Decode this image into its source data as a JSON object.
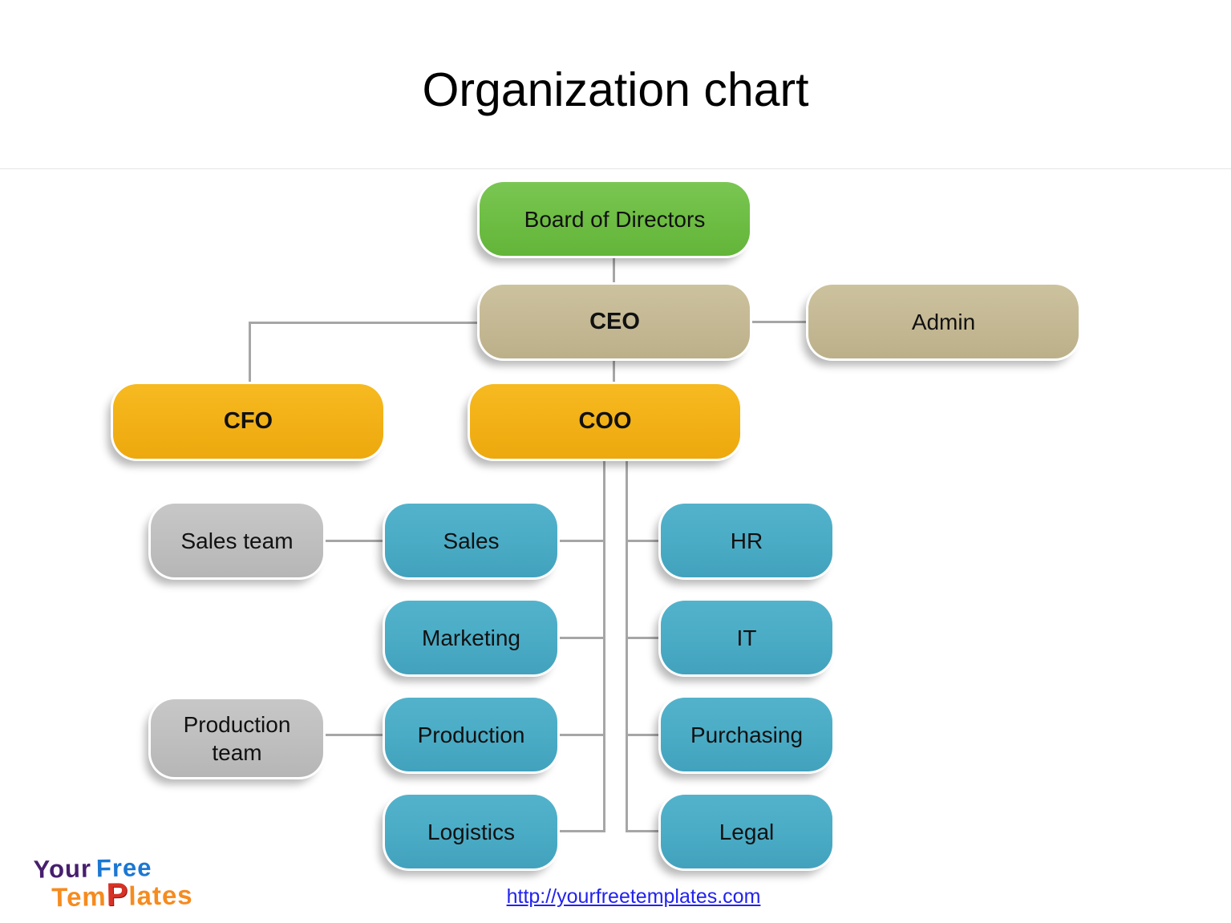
{
  "page": {
    "title": "Organization chart"
  },
  "nodes": [
    {
      "id": "board",
      "label": "Board of Directors",
      "color": "#6FBE45",
      "bold": false
    },
    {
      "id": "ceo",
      "label": "CEO",
      "color": "#C5B995",
      "bold": true
    },
    {
      "id": "admin",
      "label": "Admin",
      "color": "#C5B995",
      "bold": false
    },
    {
      "id": "cfo",
      "label": "CFO",
      "color": "#F2B117",
      "bold": true
    },
    {
      "id": "coo",
      "label": "COO",
      "color": "#F2B117",
      "bold": true
    },
    {
      "id": "sales-team",
      "label": "Sales team",
      "color": "#BFBFBF",
      "bold": false
    },
    {
      "id": "sales",
      "label": "Sales",
      "color": "#4BACC6",
      "bold": false
    },
    {
      "id": "hr",
      "label": "HR",
      "color": "#4BACC6",
      "bold": false
    },
    {
      "id": "marketing",
      "label": "Marketing",
      "color": "#4BACC6",
      "bold": false
    },
    {
      "id": "it",
      "label": "IT",
      "color": "#4BACC6",
      "bold": false
    },
    {
      "id": "production-team",
      "label": "Production team",
      "color": "#BFBFBF",
      "bold": false
    },
    {
      "id": "production",
      "label": "Production",
      "color": "#4BACC6",
      "bold": false
    },
    {
      "id": "purchasing",
      "label": "Purchasing",
      "color": "#4BACC6",
      "bold": false
    },
    {
      "id": "logistics",
      "label": "Logistics",
      "color": "#4BACC6",
      "bold": false
    },
    {
      "id": "legal",
      "label": "Legal",
      "color": "#4BACC6",
      "bold": false
    }
  ],
  "edges": [
    {
      "from": "board",
      "to": "ceo"
    },
    {
      "from": "ceo",
      "to": "admin"
    },
    {
      "from": "ceo",
      "to": "cfo"
    },
    {
      "from": "ceo",
      "to": "coo"
    },
    {
      "from": "coo",
      "to": "sales"
    },
    {
      "from": "coo",
      "to": "marketing"
    },
    {
      "from": "coo",
      "to": "production"
    },
    {
      "from": "coo",
      "to": "logistics"
    },
    {
      "from": "coo",
      "to": "hr"
    },
    {
      "from": "coo",
      "to": "it"
    },
    {
      "from": "coo",
      "to": "purchasing"
    },
    {
      "from": "coo",
      "to": "legal"
    },
    {
      "from": "sales-team",
      "to": "sales"
    },
    {
      "from": "production-team",
      "to": "production"
    }
  ],
  "footer": {
    "link": "http://yourfreetemplates.com",
    "logo": {
      "word1": "Your",
      "word2": "Free",
      "word3": "Tem",
      "word4": "P",
      "word5": "lates"
    }
  },
  "colors": {
    "green": "#6FBE45",
    "tan": "#C5B995",
    "amber": "#F2B117",
    "teal": "#4BACC6",
    "gray_node": "#BFBFBF",
    "connector": "#A6A6A6",
    "link": "#2222EE",
    "title": "#000000"
  }
}
